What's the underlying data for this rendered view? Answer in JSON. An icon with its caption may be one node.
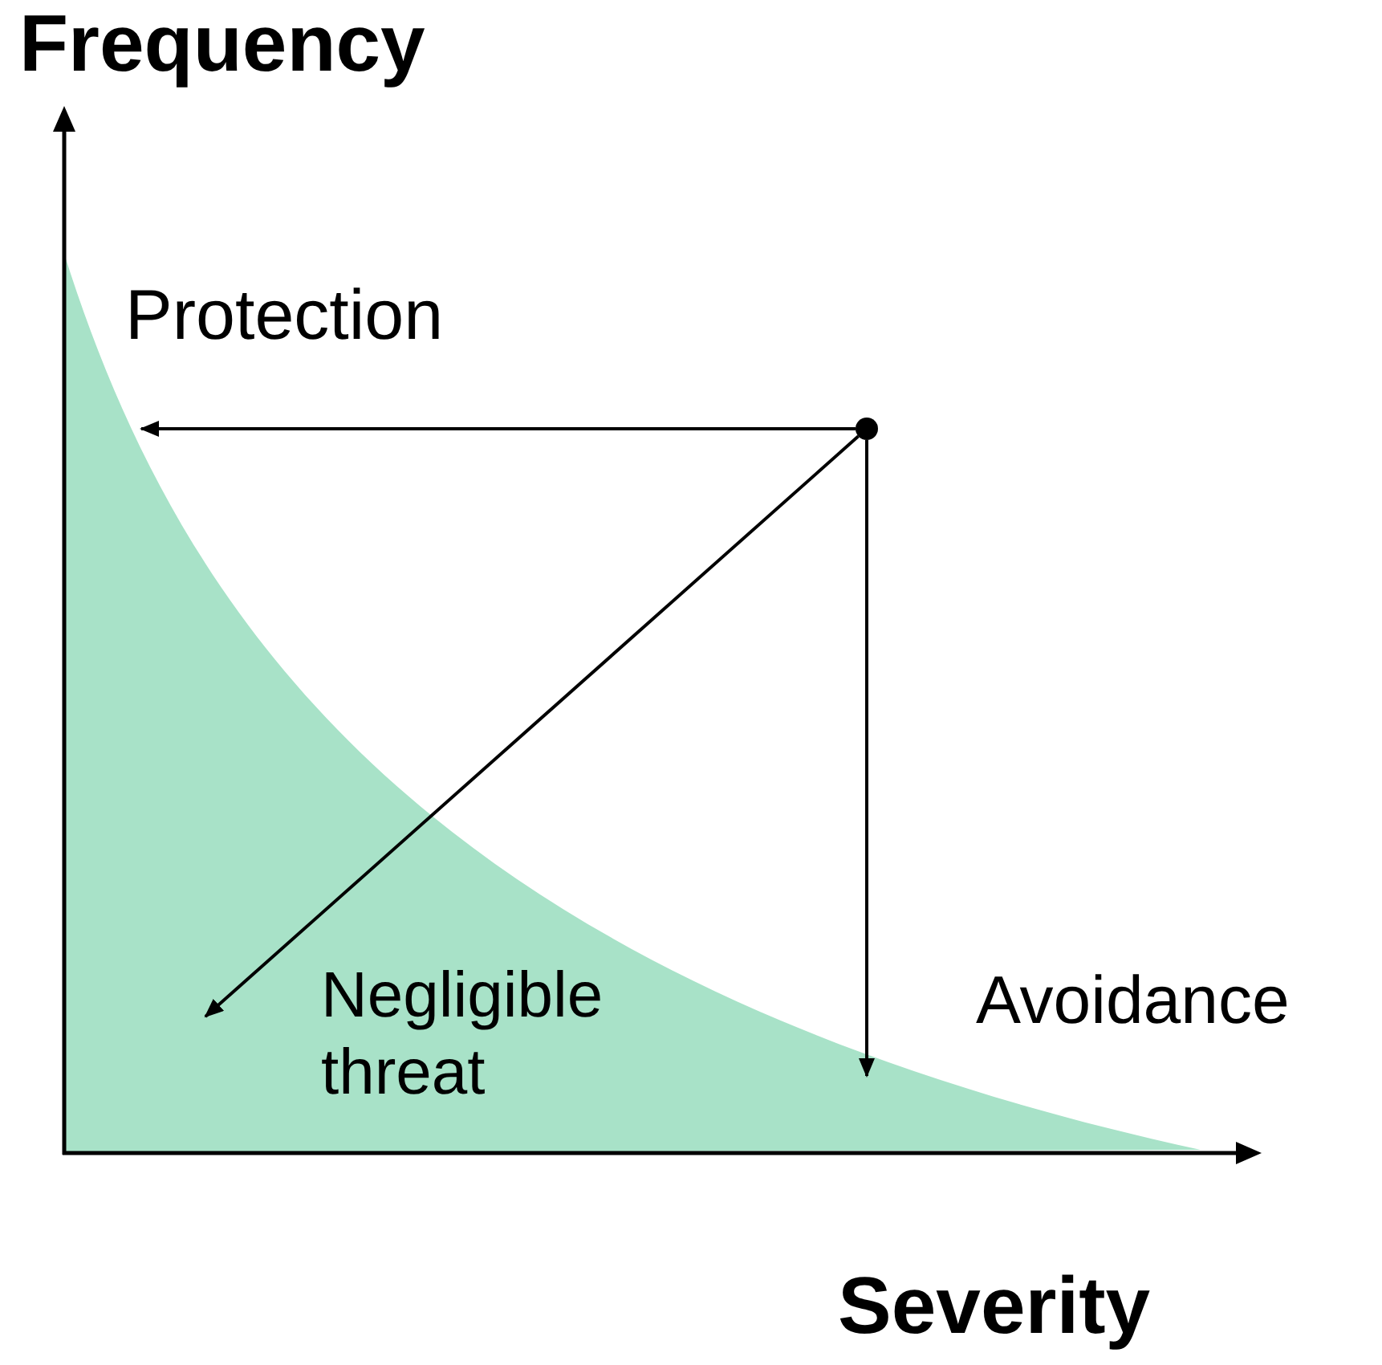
{
  "diagram": {
    "nodes": [
      {
        "text": [],
        "shape": "circle"
      },
      {
        "text": [],
        "shape": "area"
      }
    ],
    "edges": [
      {
        "from": 0,
        "to": 1,
        "arrow": "to"
      },
      {
        "from": 0,
        "to": 1,
        "arrow": "to"
      },
      {
        "from": 0,
        "to": 1,
        "arrow": "to"
      }
    ],
    "labels": [
      "Frequency",
      "Protection",
      "Negligible threat",
      "Avoidance",
      "Severity"
    ]
  }
}
